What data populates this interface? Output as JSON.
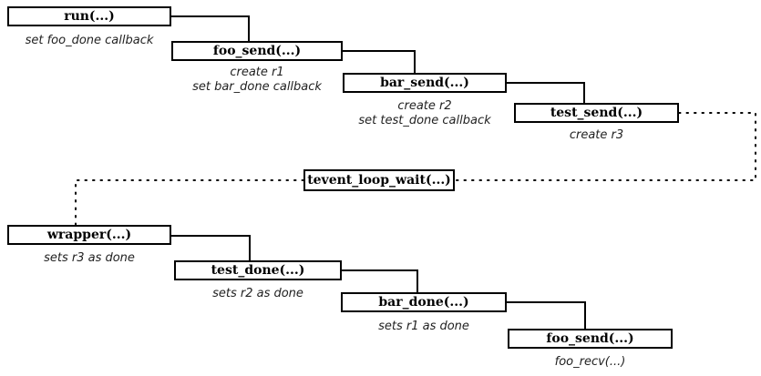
{
  "diagram": {
    "call_chain": [
      {
        "label": "run(...)",
        "notes": [
          "set foo_done callback"
        ]
      },
      {
        "label": "foo_send(...)",
        "notes": [
          "create r1",
          "set bar_done callback"
        ]
      },
      {
        "label": "bar_send(...)",
        "notes": [
          "create r2",
          "set test_done callback"
        ]
      },
      {
        "label": "test_send(...)",
        "notes": [
          "create r3"
        ]
      }
    ],
    "event_loop": {
      "label": "tevent_loop_wait(...)"
    },
    "callback_chain": [
      {
        "label": "wrapper(...)",
        "notes": [
          "sets r3 as done"
        ]
      },
      {
        "label": "test_done(...)",
        "notes": [
          "sets r2 as done"
        ]
      },
      {
        "label": "bar_done(...)",
        "notes": [
          "sets r1 as done"
        ]
      },
      {
        "label": "foo_send(...)",
        "notes": [
          "foo_recv(...)"
        ]
      }
    ]
  }
}
